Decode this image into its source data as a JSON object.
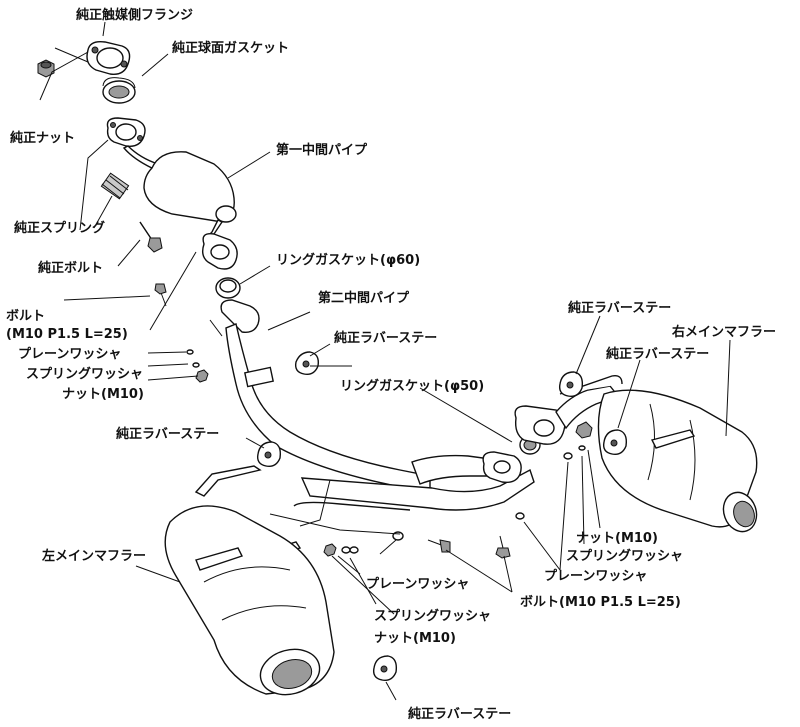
{
  "labels": {
    "oem_cat_flange": "純正触媒側フランジ",
    "oem_ball_gasket": "純正球面ガスケット",
    "oem_nut": "純正ナット",
    "first_mid_pipe": "第一中間パイプ",
    "oem_spring": "純正スプリング",
    "oem_bolt": "純正ボルト",
    "ring_gasket_60": "リングガスケット(φ60)",
    "bolt_line1": "ボルト",
    "bolt_line2": "(M10 P1.5 L=25)",
    "second_mid_pipe": "第二中間パイプ",
    "plain_washer_left": "プレーンワッシャ",
    "rubber_stay_mid": "純正ラバーステー",
    "spring_washer_left": "スプリングワッシャ",
    "nut_m10_left": "ナット(M10)",
    "rubber_stay_right_top": "純正ラバーステー",
    "right_main_muffler": "右メインマフラー",
    "rubber_stay_right": "純正ラバーステー",
    "ring_gasket_50": "リングガスケット(φ50)",
    "rubber_stay_left": "純正ラバーステー",
    "left_main_muffler": "左メインマフラー",
    "nut_m10_right": "ナット(M10)",
    "spring_washer_right": "スプリングワッシャ",
    "plain_washer_right": "プレーンワッシャ",
    "plain_washer_bottom": "プレーンワッシャ",
    "bolt_bottom": "ボルト(M10 P1.5 L=25)",
    "spring_washer_bottom": "スプリングワッシャ",
    "nut_m10_bottom": "ナット(M10)",
    "rubber_stay_bottom": "純正ラバーステー"
  }
}
